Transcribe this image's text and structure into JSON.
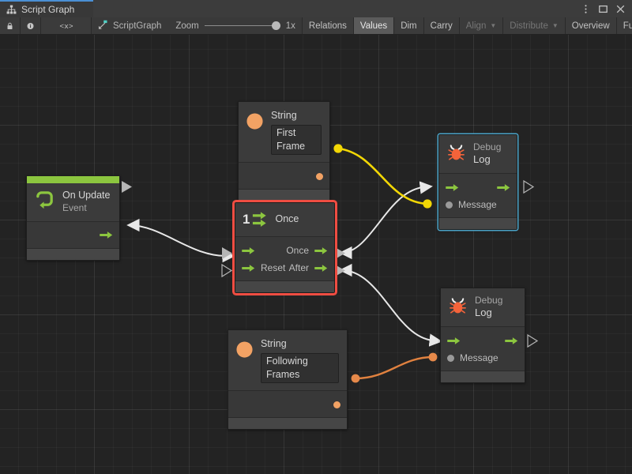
{
  "window": {
    "tab_label": "Script Graph",
    "tab_icon": "graph-hierarchy-icon",
    "controls": {
      "menu_icon": "kebab-menu-icon",
      "maximize_icon": "maximize-icon",
      "close_icon": "close-icon"
    },
    "accent_color": "#4a8fd4"
  },
  "toolbar": {
    "lock_icon": "lock-icon",
    "info_icon": "info-icon",
    "code_icon": "code-brackets-icon",
    "graph_icon": "script-graph-icon",
    "graph_name": "ScriptGraph",
    "zoom_label": "Zoom",
    "zoom_value": "1x",
    "zoom_percent": 100,
    "buttons": [
      {
        "label": "Relations",
        "active": false,
        "disabled": false,
        "dropdown": false
      },
      {
        "label": "Values",
        "active": true,
        "disabled": false,
        "dropdown": false
      },
      {
        "label": "Dim",
        "active": false,
        "disabled": false,
        "dropdown": false
      },
      {
        "label": "Carry",
        "active": false,
        "disabled": false,
        "dropdown": false
      },
      {
        "label": "Align",
        "active": false,
        "disabled": true,
        "dropdown": true
      },
      {
        "label": "Distribute",
        "active": false,
        "disabled": true,
        "dropdown": true
      },
      {
        "label": "Overview",
        "active": false,
        "disabled": false,
        "dropdown": false
      },
      {
        "label": "Full Screen",
        "active": false,
        "disabled": false,
        "dropdown": false
      }
    ]
  },
  "graph": {
    "background_color": "#232323",
    "grid": true,
    "nodes": [
      {
        "id": "on-update",
        "title": "On Update",
        "subtitle": "Event",
        "icon": "on-update-loop-icon",
        "accent_color": "#8cc63f",
        "selected": false,
        "hovered": false,
        "outputs": [
          {
            "label": "",
            "type": "flow"
          }
        ]
      },
      {
        "id": "string-first-frame",
        "title": "String",
        "subtitle": "",
        "icon": "string-circle-icon",
        "icon_color": "#f2a264",
        "value": "First Frame",
        "selected": false,
        "hovered": false,
        "outputs": [
          {
            "label": "",
            "type": "value"
          }
        ]
      },
      {
        "id": "once",
        "title": "Once",
        "subtitle": "",
        "icon": "once-counter-icon",
        "badge": "1",
        "selected": true,
        "hovered": false,
        "inputs": [
          {
            "label": "",
            "type": "flow"
          },
          {
            "label": "Reset",
            "type": "flow"
          }
        ],
        "outputs": [
          {
            "label": "Once",
            "type": "flow"
          },
          {
            "label": "After",
            "type": "flow"
          }
        ]
      },
      {
        "id": "string-following-frames",
        "title": "String",
        "subtitle": "",
        "icon": "string-circle-icon",
        "icon_color": "#f2a264",
        "value": "Following Frames",
        "selected": false,
        "hovered": false,
        "outputs": [
          {
            "label": "",
            "type": "value"
          }
        ]
      },
      {
        "id": "debug-log-top",
        "title": "Debug",
        "subtitle": "Log",
        "icon": "debug-bug-icon",
        "selected": false,
        "hovered": true,
        "inputs": [
          {
            "label": "",
            "type": "flow"
          },
          {
            "label": "Message",
            "type": "value"
          }
        ],
        "outputs": [
          {
            "label": "",
            "type": "flow"
          }
        ]
      },
      {
        "id": "debug-log-bottom",
        "title": "Debug",
        "subtitle": "Log",
        "icon": "debug-bug-icon",
        "selected": false,
        "hovered": false,
        "inputs": [
          {
            "label": "",
            "type": "flow"
          },
          {
            "label": "Message",
            "type": "value"
          }
        ],
        "outputs": [
          {
            "label": "",
            "type": "flow"
          }
        ]
      }
    ],
    "connections": [
      {
        "from": "on-update.flow-out",
        "to": "once.flow-in",
        "color": "#e8e8e8",
        "kind": "flow"
      },
      {
        "from": "once.once-out",
        "to": "debug-log-top.flow-in",
        "color": "#e8e8e8",
        "kind": "flow"
      },
      {
        "from": "once.after-out",
        "to": "debug-log-bottom.flow-in",
        "color": "#e8e8e8",
        "kind": "flow"
      },
      {
        "from": "string-first-frame.value-out",
        "to": "debug-log-top.message-in",
        "color": "#f2d705",
        "kind": "value",
        "highlighted": true
      },
      {
        "from": "string-following-frames.value-out",
        "to": "debug-log-bottom.message-in",
        "color": "#e0813f",
        "kind": "value",
        "highlighted": false
      }
    ]
  }
}
